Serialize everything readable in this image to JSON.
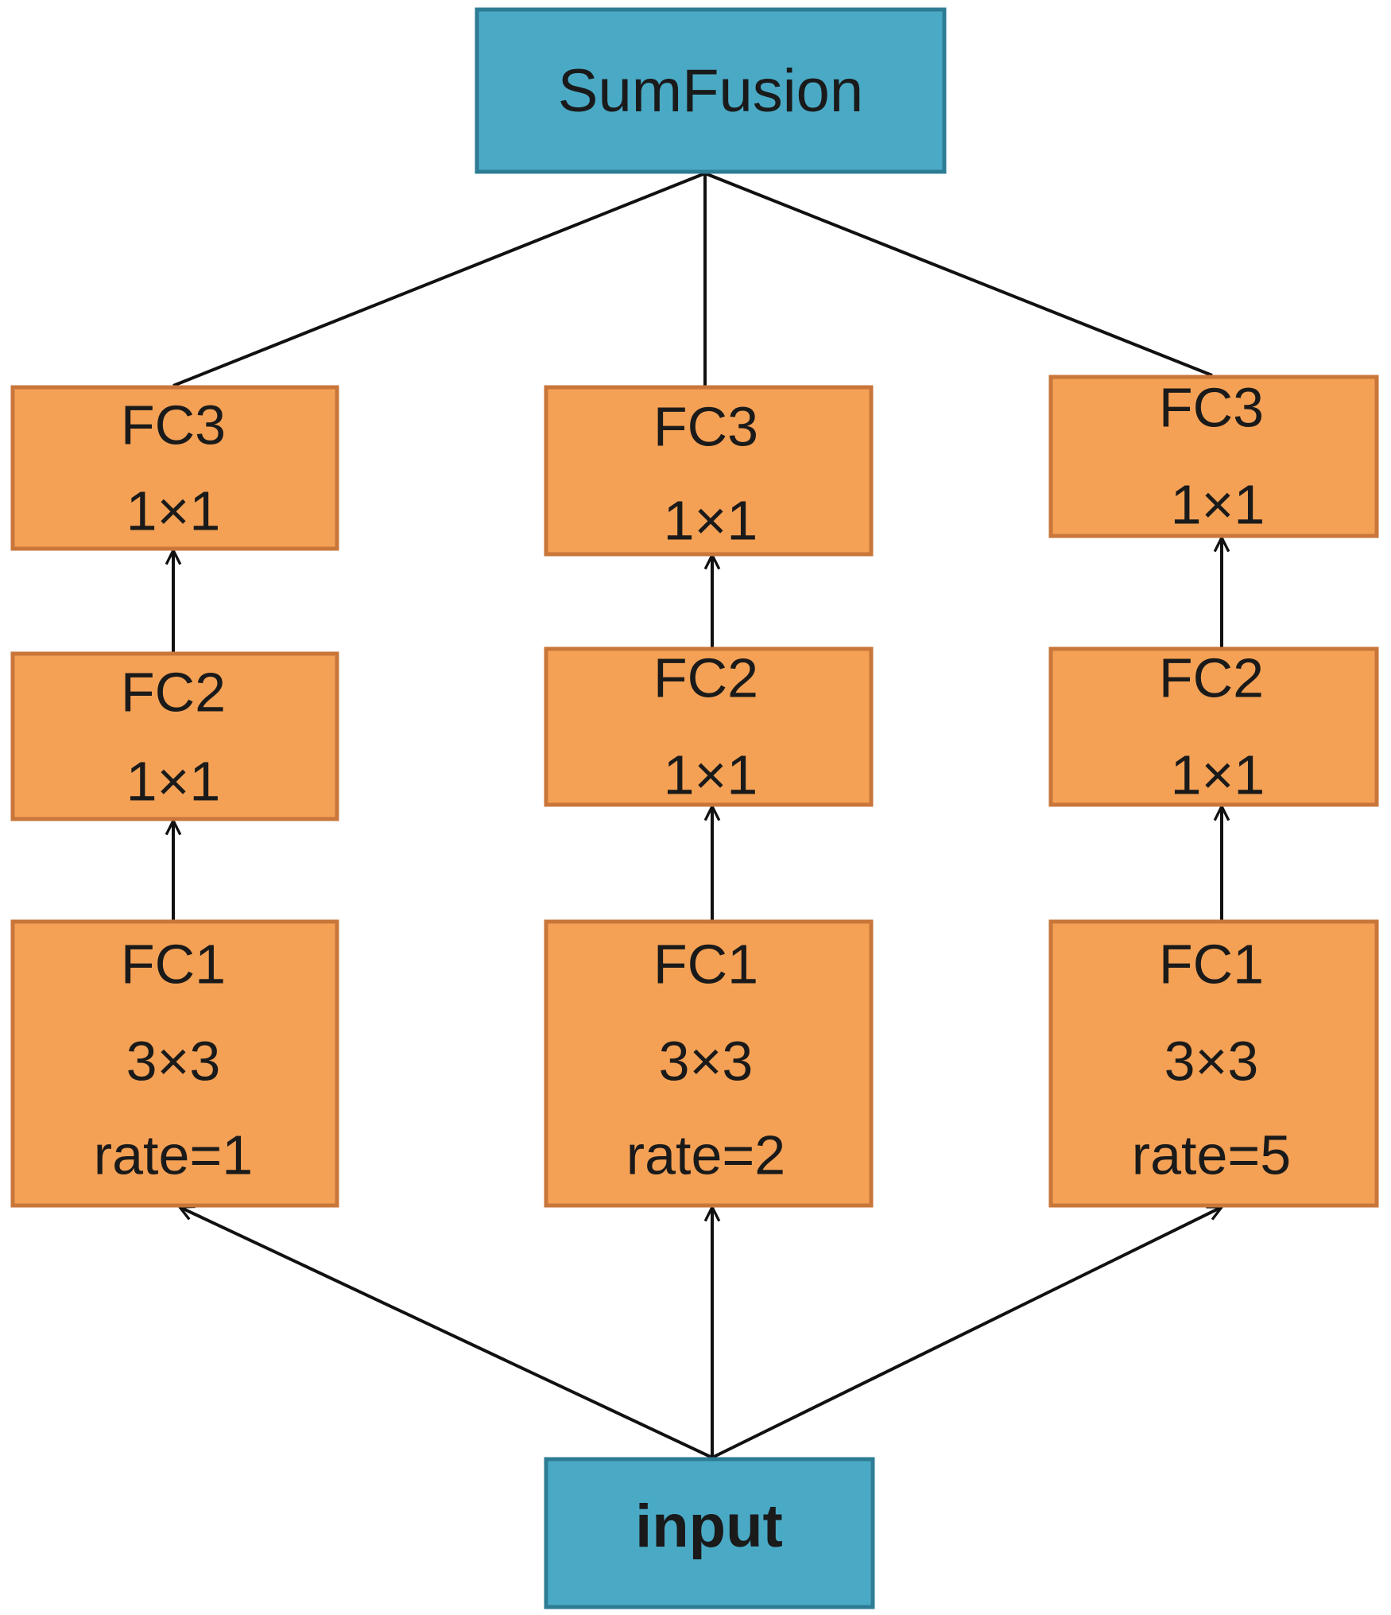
{
  "colors": {
    "teal_fill": "#4AAAC6",
    "teal_border": "#2D7C94",
    "orange_fill": "#F4A155",
    "orange_border": "#C9763A",
    "text": "#1a1a1a",
    "line": "#111111"
  },
  "sum_fusion": {
    "label": "SumFusion"
  },
  "input": {
    "label": "input"
  },
  "branches": [
    {
      "fc3": {
        "name": "FC3",
        "kernel": "1×1"
      },
      "fc2": {
        "name": "FC2",
        "kernel": "1×1"
      },
      "fc1": {
        "name": "FC1",
        "kernel": "3×3",
        "rate": "rate=1"
      }
    },
    {
      "fc3": {
        "name": "FC3",
        "kernel": "1×1"
      },
      "fc2": {
        "name": "FC2",
        "kernel": "1×1"
      },
      "fc1": {
        "name": "FC1",
        "kernel": "3×3",
        "rate": "rate=2"
      }
    },
    {
      "fc3": {
        "name": "FC3",
        "kernel": "1×1"
      },
      "fc2": {
        "name": "FC2",
        "kernel": "1×1"
      },
      "fc1": {
        "name": "FC1",
        "kernel": "3×3",
        "rate": "rate=5"
      }
    }
  ]
}
